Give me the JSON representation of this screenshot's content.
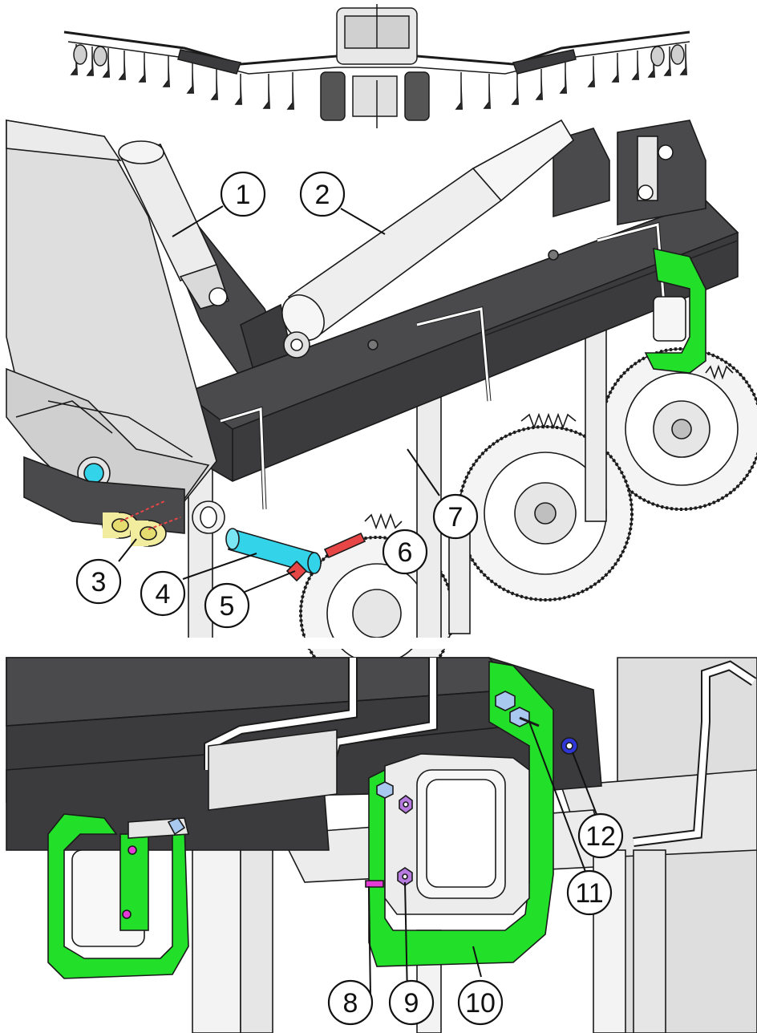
{
  "colors": {
    "beam": "#3b3b3d",
    "beam_top": "#4a4a4c",
    "frame_light": "#dcdcdc",
    "outline": "#1a1a1a",
    "bracket_green": "#22e02a",
    "pin_cyan": "#33d4ea",
    "bushing_yellow": "#f1ec9e",
    "bolt_red": "#e64646",
    "nut_purple": "#b77be0",
    "bolt_magenta": "#e43ad6",
    "washer_blue": "#2f36d6"
  },
  "callouts": [
    {
      "label": "1"
    },
    {
      "label": "2"
    },
    {
      "label": "3"
    },
    {
      "label": "4"
    },
    {
      "label": "5"
    },
    {
      "label": "6"
    },
    {
      "label": "7"
    },
    {
      "label": "8"
    },
    {
      "label": "9"
    },
    {
      "label": "10"
    },
    {
      "label": "11"
    },
    {
      "label": "12"
    }
  ]
}
